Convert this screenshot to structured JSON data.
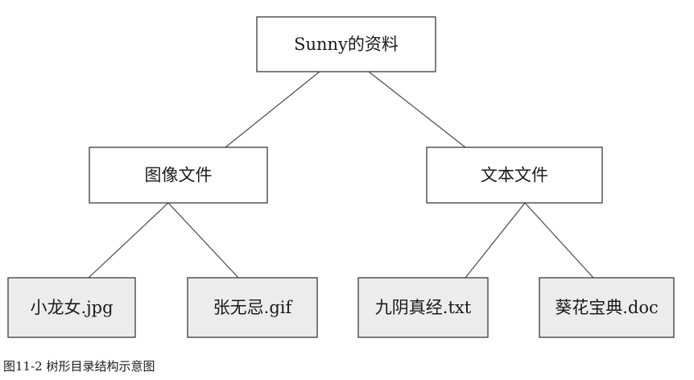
{
  "diagram": {
    "nodes": [
      {
        "id": "root",
        "label": "Sunny的资料",
        "kind": "folder"
      },
      {
        "id": "images",
        "label": "图像文件",
        "kind": "folder"
      },
      {
        "id": "texts",
        "label": "文本文件",
        "kind": "folder"
      },
      {
        "id": "file1",
        "label": "小龙女.jpg",
        "kind": "file"
      },
      {
        "id": "file2",
        "label": "张无忌.gif",
        "kind": "file"
      },
      {
        "id": "file3",
        "label": "九阴真经.txt",
        "kind": "file"
      },
      {
        "id": "file4",
        "label": "葵花宝典.doc",
        "kind": "file"
      }
    ],
    "edges": [
      {
        "from": "root",
        "to": "images"
      },
      {
        "from": "root",
        "to": "texts"
      },
      {
        "from": "images",
        "to": "file1"
      },
      {
        "from": "images",
        "to": "file2"
      },
      {
        "from": "texts",
        "to": "file3"
      },
      {
        "from": "texts",
        "to": "file4"
      }
    ]
  },
  "caption": "图11-2 树形目录结构示意图"
}
